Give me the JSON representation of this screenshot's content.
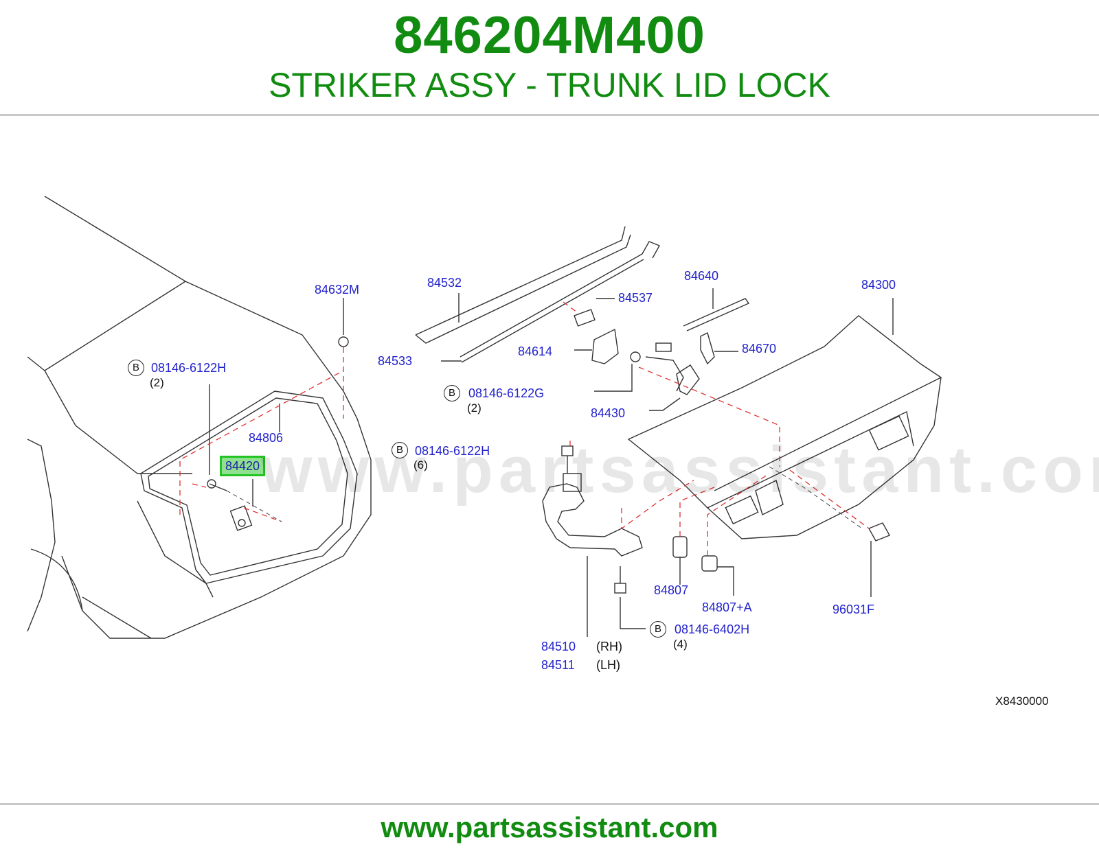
{
  "header": {
    "part_number": "846204M400",
    "title": "STRIKER ASSY - TRUNK LID LOCK"
  },
  "footer": {
    "url": "www.partsassistant.com"
  },
  "watermark": "www.partsassistant.com",
  "diagram": {
    "reference_code": "X8430000",
    "bolt_marker": "B",
    "highlighted_part": "84420",
    "labels": {
      "p84632M": "84632M",
      "p84806": "84806",
      "p84532": "84532",
      "p84533": "84533",
      "p84537": "84537",
      "p84614": "84614",
      "p84640": "84640",
      "p84670": "84670",
      "p84430": "84430",
      "p84300": "84300",
      "p84807": "84807",
      "p84807A": "84807+A",
      "p96031F": "96031F",
      "p84510": "84510",
      "p84511": "84511"
    },
    "sides": {
      "rh": "(RH)",
      "lh": "(LH)"
    },
    "bolts": {
      "b1": {
        "part": "08146-6122H",
        "qty": "(2)"
      },
      "b2": {
        "part": "08146-6122G",
        "qty": "(2)"
      },
      "b3": {
        "part": "08146-6122H",
        "qty": "(6)"
      },
      "b4": {
        "part": "08146-6402H",
        "qty": "(4)"
      }
    },
    "colors": {
      "label": "#2222cc",
      "accent": "#118c11",
      "dash": "#e03030",
      "highlight": "#8fe08f"
    }
  }
}
